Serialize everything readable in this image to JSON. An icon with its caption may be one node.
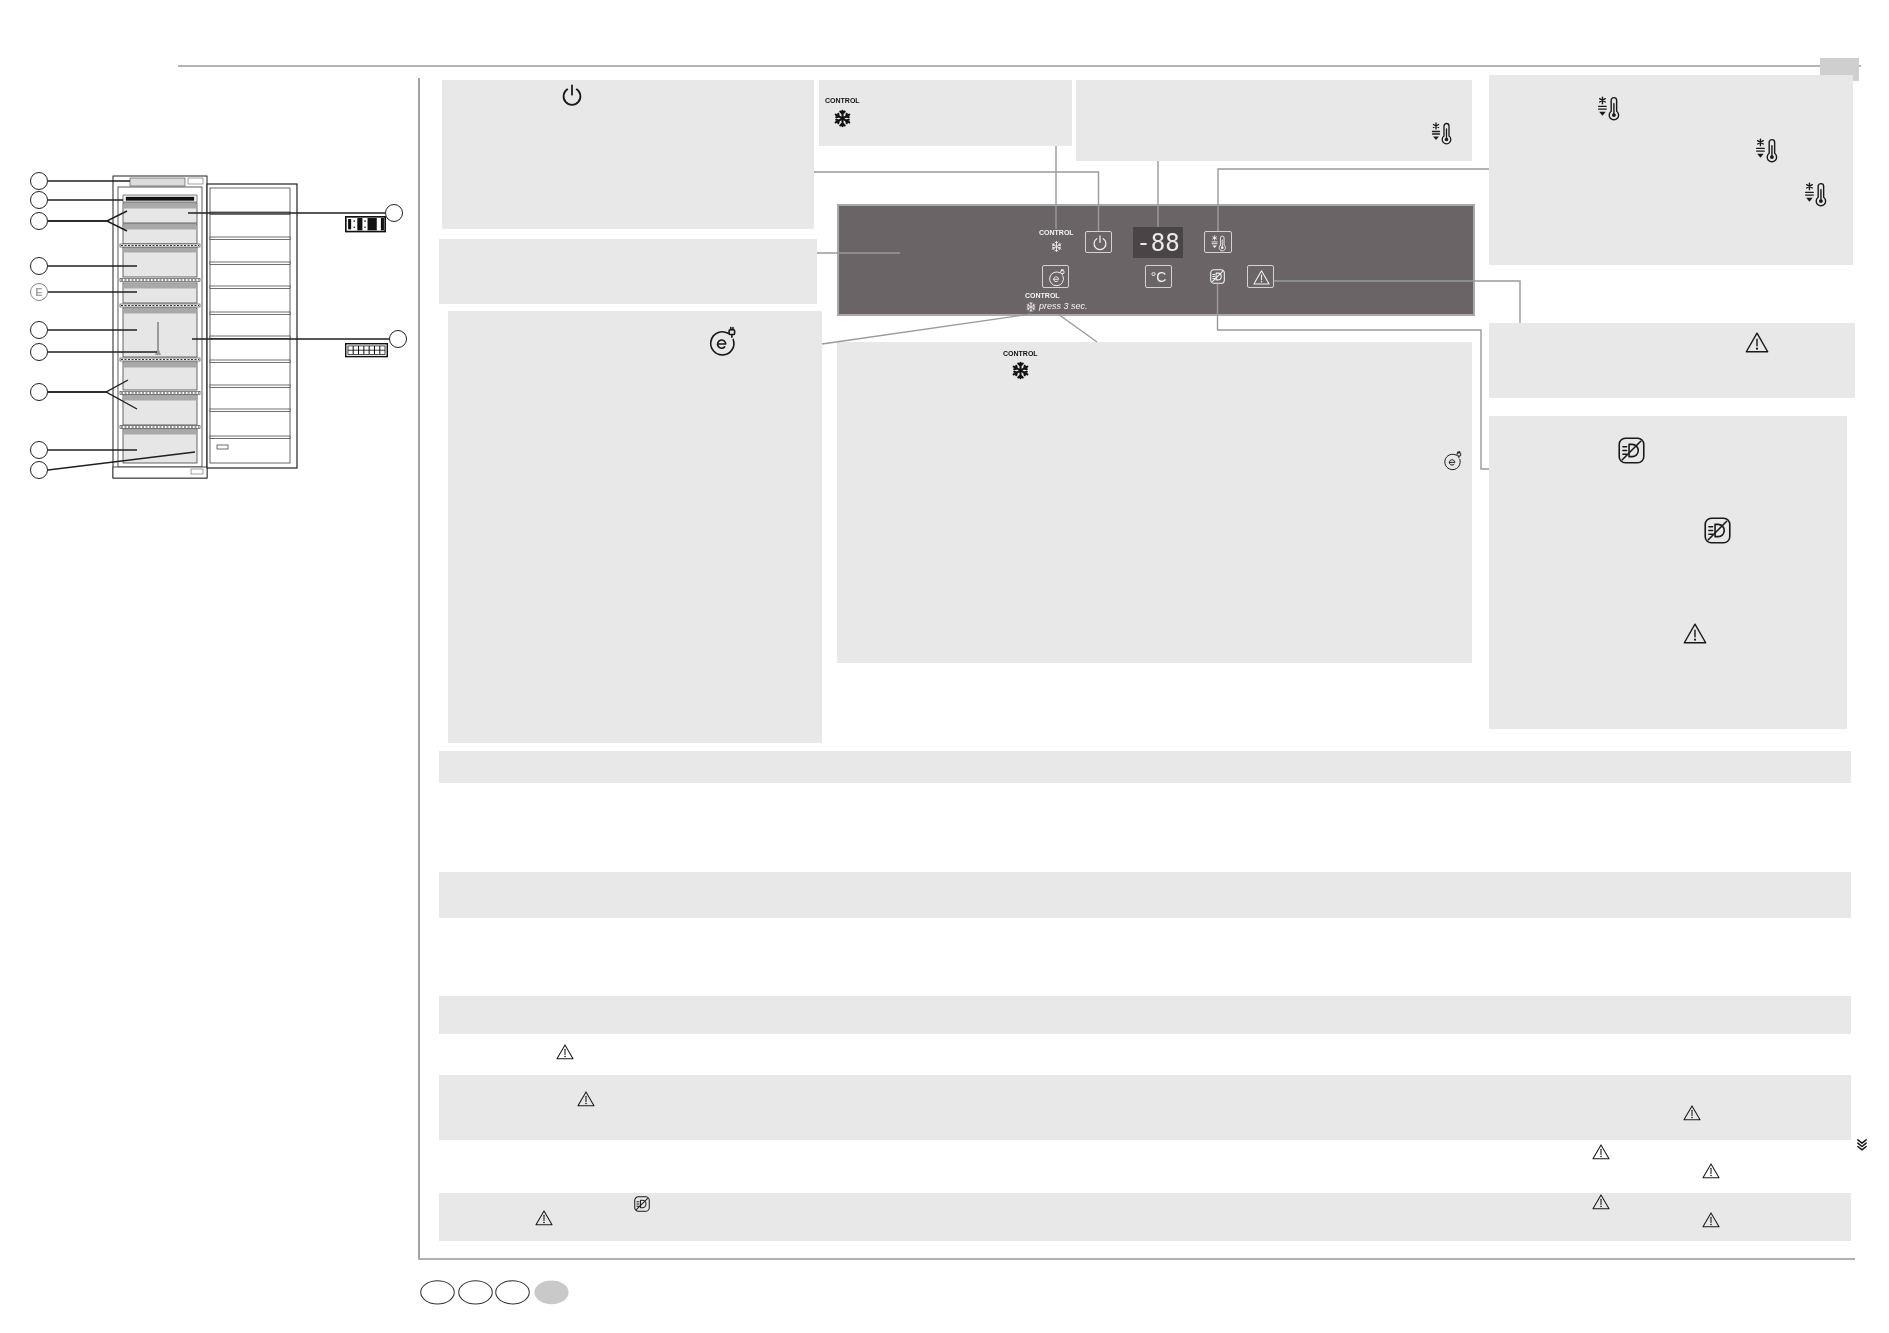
{
  "diagram": {
    "nodes": [
      {
        "text": [],
        "shape": "circle"
      },
      {
        "text": [],
        "shape": "circle"
      },
      {
        "text": [],
        "shape": "circle"
      },
      {
        "text": [],
        "shape": "circle"
      },
      {
        "text": [
          "E"
        ]
      },
      {
        "text": [],
        "shape": "circle"
      },
      {
        "text": [],
        "shape": "circle"
      },
      {
        "text": [],
        "shape": "circle"
      },
      {
        "text": [],
        "shape": "circle"
      },
      {
        "text": [],
        "shape": "circle"
      },
      {
        "text": [],
        "shape": "circle"
      },
      {
        "text": [],
        "shape": "circle"
      },
      {
        "text": [],
        "shape": "box"
      },
      {
        "text": [
          "CONTROL"
        ]
      },
      {
        "text": [],
        "shape": "box"
      },
      {
        "text": [],
        "shape": "box"
      },
      {
        "text": [],
        "shape": "box"
      },
      {
        "text": [],
        "shape": "box"
      },
      {
        "text": [
          "CONTROL"
        ],
        "in": 17
      },
      {
        "text": [],
        "shape": "box",
        "in": 17
      },
      {
        "text": [
          "-88"
        ],
        "in": 17
      },
      {
        "text": [],
        "shape": "box",
        "in": 17
      },
      {
        "text": [],
        "shape": "box",
        "in": 17
      },
      {
        "text": [
          "°C"
        ],
        "in": 17
      },
      {
        "text": [],
        "shape": "box",
        "in": 17
      },
      {
        "text": [],
        "shape": "box",
        "in": 17
      },
      {
        "text": [
          "CONTROL",
          "press 3 sec."
        ],
        "in": 17
      },
      {
        "text": [],
        "shape": "box"
      },
      {
        "text": [
          "CONTROL"
        ]
      },
      {
        "text": [],
        "shape": "box"
      },
      {
        "text": [],
        "shape": "box"
      },
      {
        "text": [],
        "shape": "box"
      },
      {
        "text": [],
        "shape": "box"
      },
      {
        "text": [],
        "shape": "box"
      },
      {
        "text": [],
        "shape": "box"
      },
      {
        "text": [],
        "shape": "box"
      }
    ],
    "edges": [
      {
        "from": 0,
        "to": null,
        "arrow": "none"
      },
      {
        "from": 1,
        "to": null,
        "arrow": "none"
      },
      {
        "from": 2,
        "to": null,
        "arrow": "none"
      },
      {
        "from": 2,
        "to": null,
        "arrow": "none"
      },
      {
        "from": 3,
        "to": null,
        "arrow": "none"
      },
      {
        "from": 4,
        "to": null,
        "arrow": "none"
      },
      {
        "from": 5,
        "to": null,
        "arrow": "none"
      },
      {
        "from": 6,
        "to": null,
        "arrow": "none"
      },
      {
        "from": 7,
        "to": null,
        "arrow": "none"
      },
      {
        "from": 7,
        "to": null,
        "arrow": "none"
      },
      {
        "from": 8,
        "to": null,
        "arrow": "none"
      },
      {
        "from": 9,
        "to": null,
        "arrow": "none"
      },
      {
        "from": 10,
        "to": null,
        "arrow": "none"
      },
      {
        "from": 11,
        "to": null,
        "arrow": "none"
      },
      {
        "from": 12,
        "to": 19,
        "arrow": "none",
        "color": "#9a9a9a"
      },
      {
        "from": 13,
        "to": 18,
        "arrow": "none",
        "color": "#9a9a9a"
      },
      {
        "from": 14,
        "to": 20,
        "arrow": "none",
        "color": "#9a9a9a"
      },
      {
        "from": 15,
        "to": 21,
        "arrow": "none",
        "color": "#9a9a9a"
      },
      {
        "from": 16,
        "to": null,
        "arrow": "none",
        "color": "#9a9a9a"
      },
      {
        "from": 27,
        "to": 26,
        "arrow": "none",
        "color": "#9a9a9a"
      },
      {
        "from": 28,
        "to": 26,
        "arrow": "none",
        "color": "#9a9a9a"
      },
      {
        "from": 30,
        "to": 24,
        "arrow": "none",
        "color": "#9a9a9a"
      },
      {
        "from": 29,
        "to": 25,
        "arrow": "none",
        "color": "#9a9a9a"
      }
    ]
  }
}
